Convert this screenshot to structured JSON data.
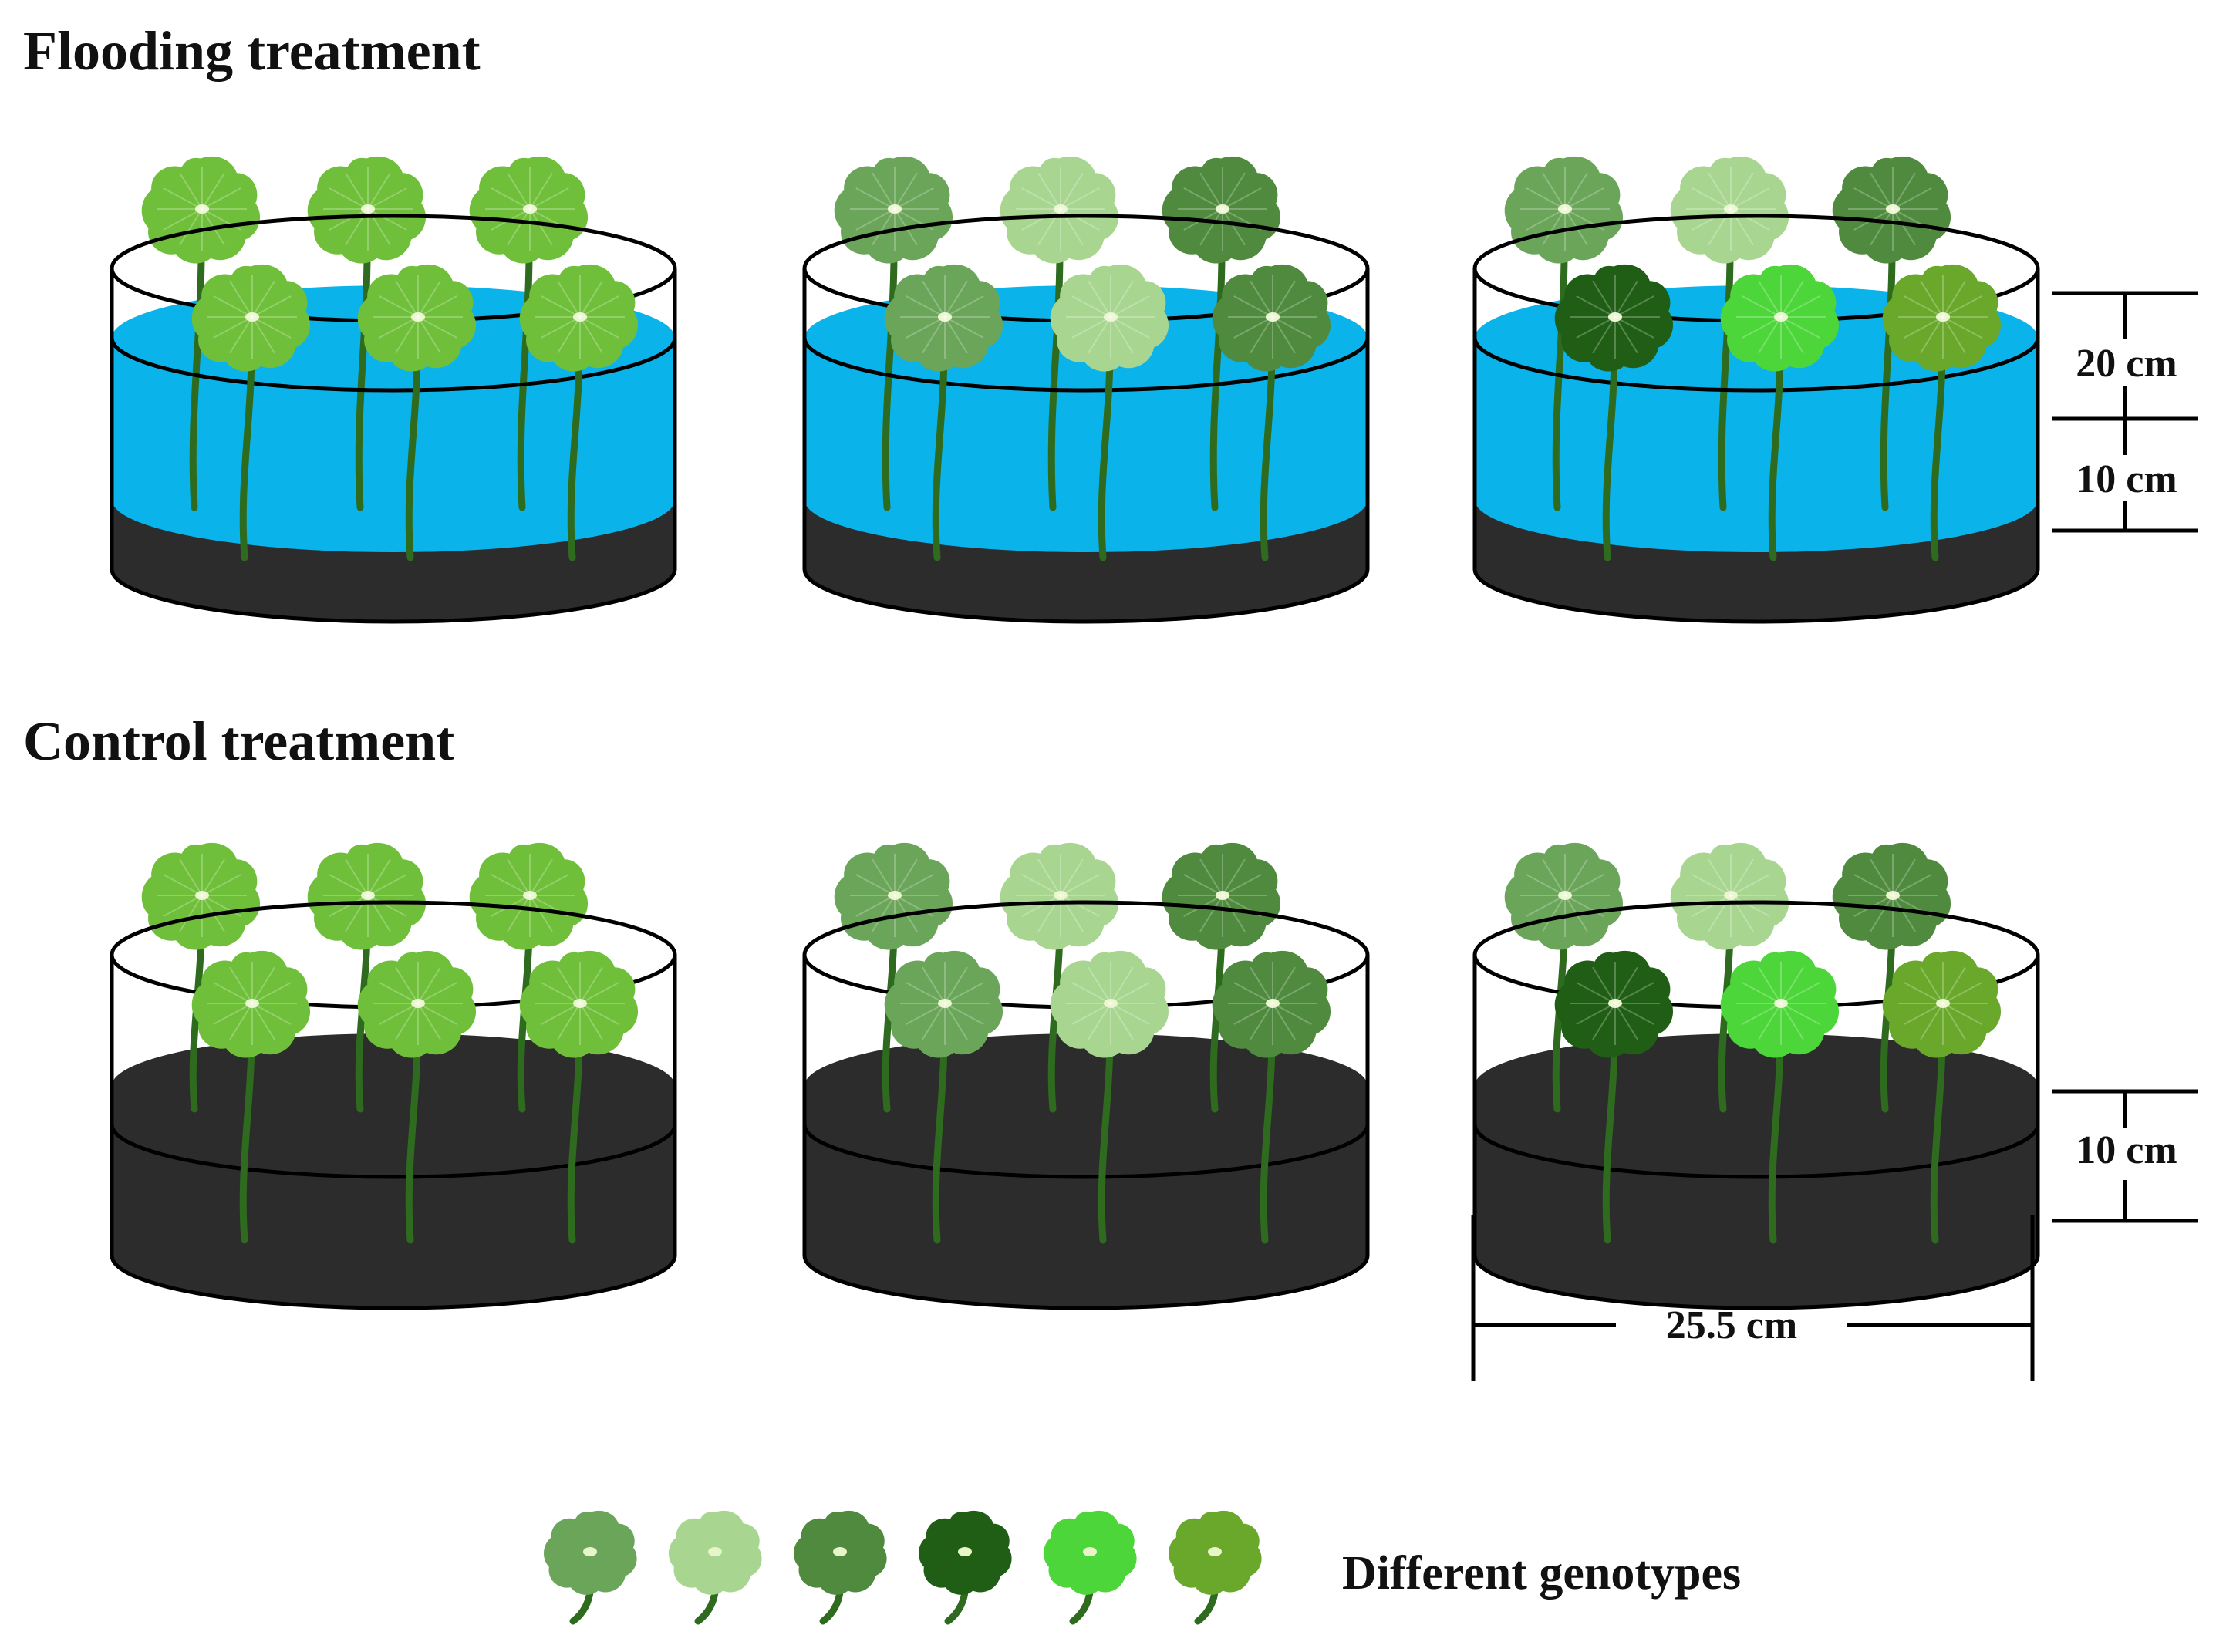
{
  "sections": {
    "flooding_title": "Flooding treatment",
    "control_title": "Control treatment"
  },
  "dimensions": {
    "water_depth": "20 cm",
    "soil_depth": "10 cm",
    "control_soil_depth": "10 cm",
    "diameter": "25.5 cm"
  },
  "legend": {
    "label": "Different genotypes"
  },
  "colors": {
    "water": "#0ab4ea",
    "soil": "#2c2c2c",
    "stem": "#2e6b1f",
    "outline": "#000000",
    "genotypes": [
      "#6aa55a",
      "#a8d690",
      "#4f8a3e",
      "#1f5e14",
      "#4cd63a",
      "#6aa82c"
    ],
    "single_genotype": "#6fbf3a"
  },
  "pots": {
    "flooding": [
      {
        "genotypes_back": [
          "#6fbf3a",
          "#6fbf3a",
          "#6fbf3a"
        ],
        "genotypes_front": [
          "#6fbf3a",
          "#6fbf3a",
          "#6fbf3a"
        ]
      },
      {
        "genotypes_back": [
          "#6aa55a",
          "#a8d690",
          "#4f8a3e"
        ],
        "genotypes_front": [
          "#6aa55a",
          "#a8d690",
          "#4f8a3e"
        ]
      },
      {
        "genotypes_back": [
          "#6aa55a",
          "#a8d690",
          "#4f8a3e"
        ],
        "genotypes_front": [
          "#1f5e14",
          "#4cd63a",
          "#6aa82c"
        ]
      }
    ],
    "control": [
      {
        "genotypes_back": [
          "#6fbf3a",
          "#6fbf3a",
          "#6fbf3a"
        ],
        "genotypes_front": [
          "#6fbf3a",
          "#6fbf3a",
          "#6fbf3a"
        ]
      },
      {
        "genotypes_back": [
          "#6aa55a",
          "#a8d690",
          "#4f8a3e"
        ],
        "genotypes_front": [
          "#6aa55a",
          "#a8d690",
          "#4f8a3e"
        ]
      },
      {
        "genotypes_back": [
          "#6aa55a",
          "#a8d690",
          "#4f8a3e"
        ],
        "genotypes_front": [
          "#1f5e14",
          "#4cd63a",
          "#6aa82c"
        ]
      }
    ]
  }
}
